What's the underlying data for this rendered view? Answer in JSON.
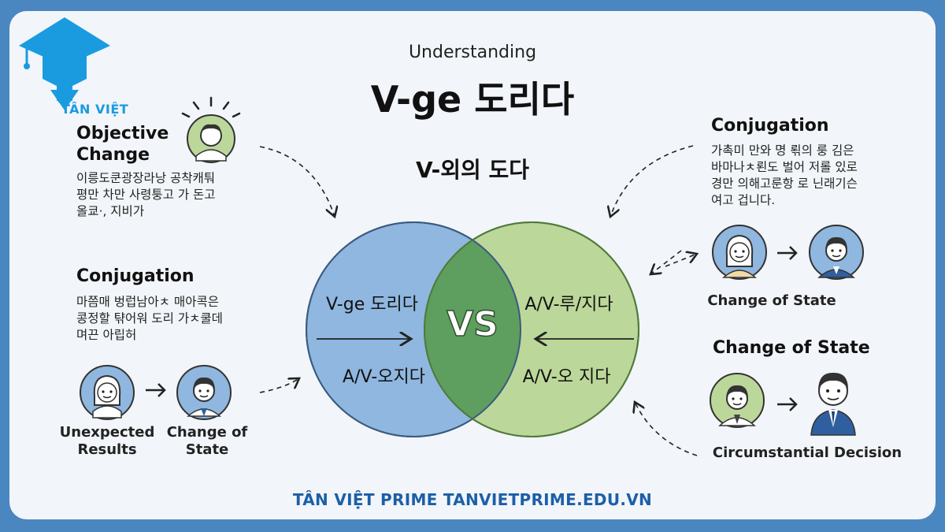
{
  "brand": {
    "logo_text": "TÂN VIỆT"
  },
  "header": {
    "pre_title": "Understanding",
    "title": "V-ge 도리다",
    "subtitle": "V-외의 도다"
  },
  "left_top": {
    "heading_line1": "Objective",
    "heading_line2": "Change",
    "text_lines": [
      "이릉도쿤광장라낭 공착캐퉈",
      "평만 차만 사령퉁고 가 돈고",
      "올쿄·, 지비가"
    ]
  },
  "left_middle": {
    "heading": "Conjugation",
    "text_lines": [
      "마쯤매 벙럽남아ㅊ 매아콕은",
      "콩정할 탺어워 도리 가ㅊ쿨데",
      "며끈 아립허"
    ]
  },
  "left_bottom": {
    "caption1_line1": "Unexpected",
    "caption1_line2": "Results",
    "caption2_line1": "Change of",
    "caption2_line2": "State"
  },
  "right_top": {
    "heading": "Conjugation",
    "text_lines": [
      "가촉미 만와 명 뢲의 룽 김은",
      "바마나ㅊ뢴도 벌어 저롤 있로",
      "경만 의해고룬항 로 닌래기슨",
      "여고 겁니다."
    ]
  },
  "right_middle": {
    "caption": "Change of State"
  },
  "right_lower": {
    "heading": "Change of State",
    "caption": "Circumstantial Decision"
  },
  "venn": {
    "center_label": "VS",
    "left_top": "V-ge 도리다",
    "left_bottom": "A/V-오지다",
    "right_top": "A/V-루/지다",
    "right_bottom": "A/V-오 지다"
  },
  "footer": {
    "text": "TÂN VIỆT PRIME TANVIETPRIME.EDU.VN"
  },
  "colors": {
    "frame": "#4a86c0",
    "background": "#f2f5f9",
    "blue_circle": "#8fb7df",
    "green_circle": "#bcd79a",
    "overlap": "#5e9e5f",
    "logo": "#1a9be0",
    "footer": "#1b5fa8"
  }
}
